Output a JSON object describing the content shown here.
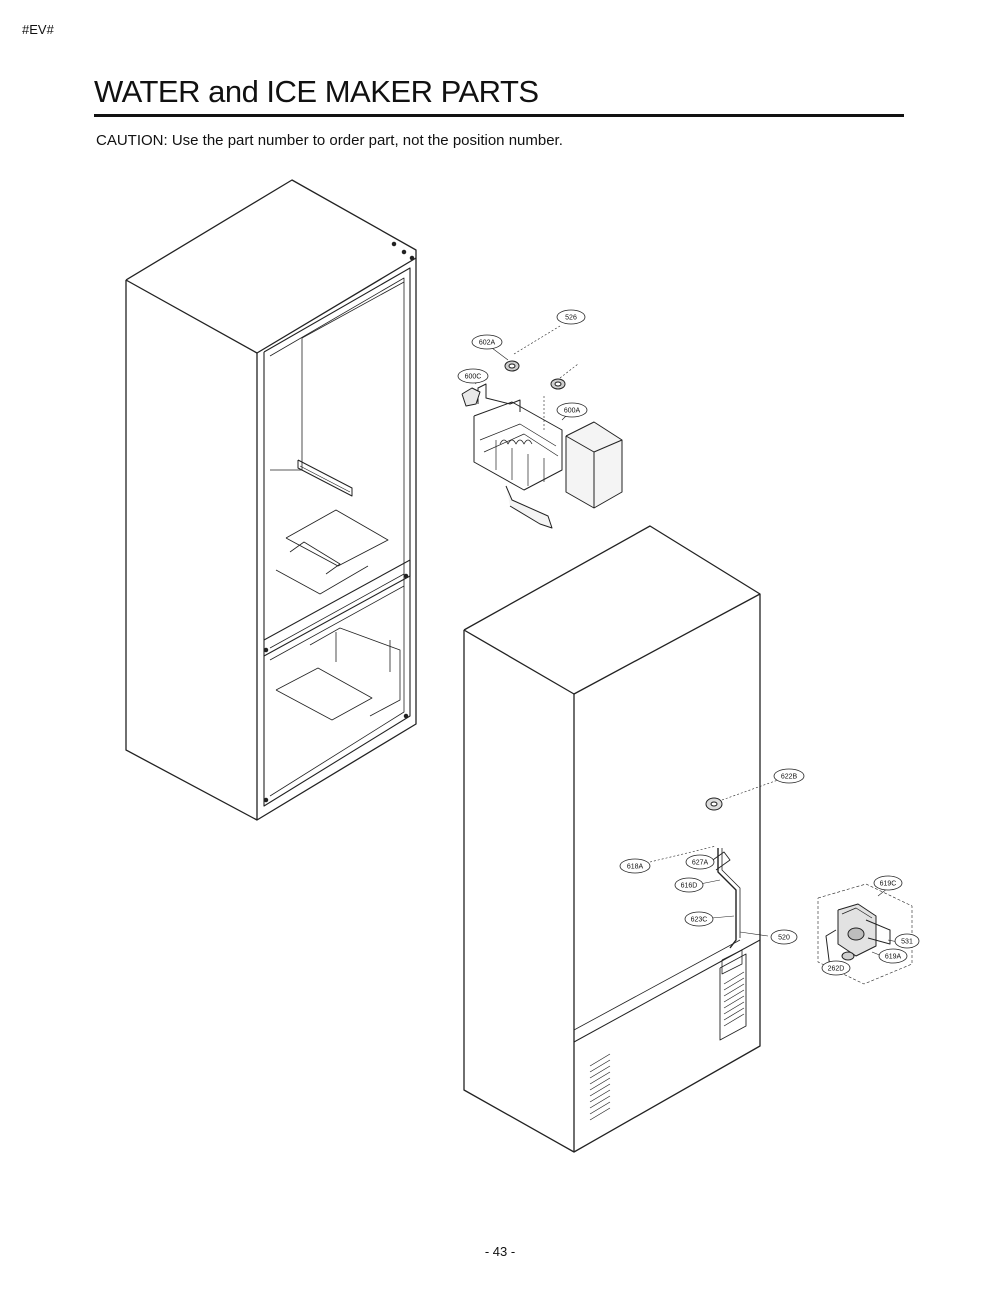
{
  "header_code": "#EV#",
  "title": "WATER and ICE MAKER PARTS",
  "caution": "CAUTION: Use the part number to order part, not the position number.",
  "page_number": "- 43 -",
  "callouts": {
    "c526": "526",
    "c602a": "602A",
    "c600c": "600C",
    "c600a": "600A",
    "c622b": "622B",
    "c618a": "618A",
    "c627a": "627A",
    "c616d": "616D",
    "c623c": "623C",
    "c520": "520",
    "c619c": "619C",
    "c531": "531",
    "c619a": "619A",
    "c262d": "262D"
  }
}
